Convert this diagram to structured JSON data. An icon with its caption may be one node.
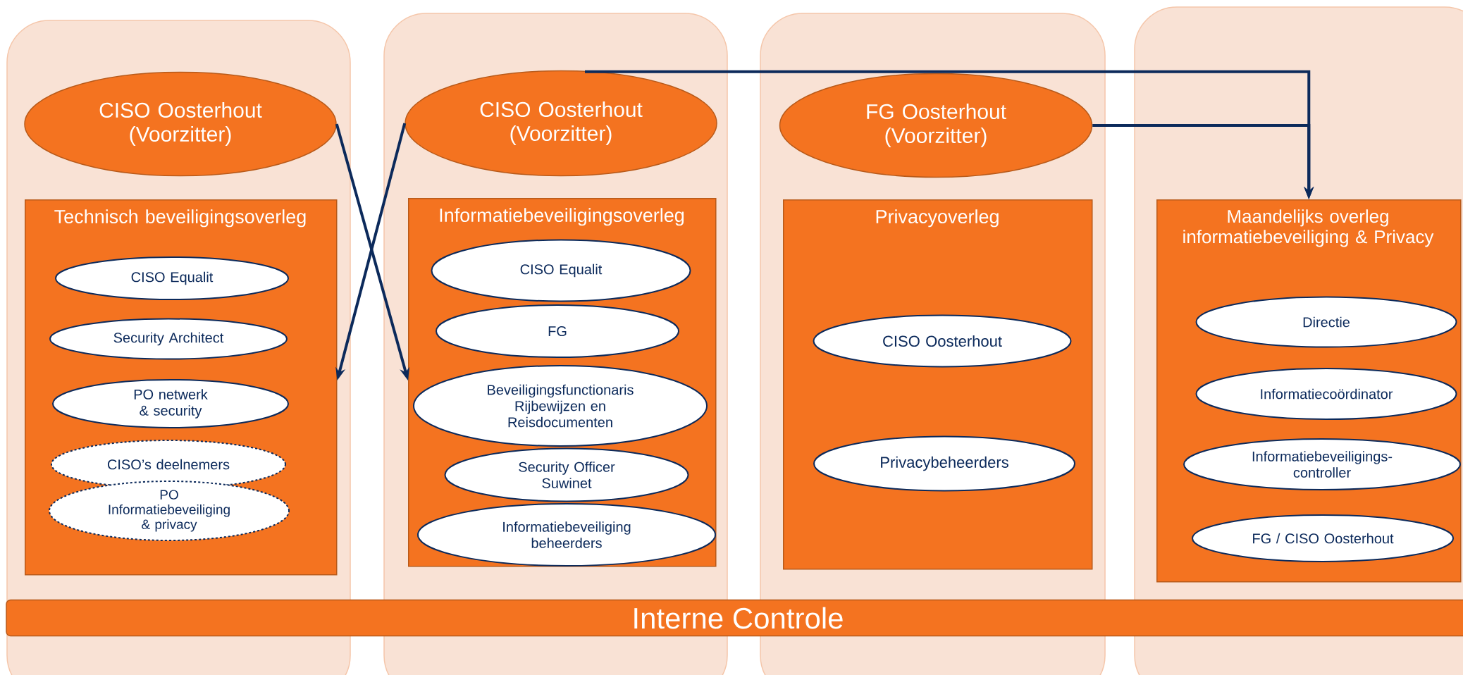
{
  "diagram": {
    "nodes": [
      {
        "text": [
          "CISO Oosterhout (Voorzitter)"
        ]
      },
      {
        "text": [
          "Technisch beveiligingsoverleg"
        ]
      },
      {
        "text": [
          "CISO Equalit"
        ],
        "in": 1
      },
      {
        "text": [
          "Security Architect"
        ],
        "in": 1
      },
      {
        "text": [
          "PO netwerk & security"
        ],
        "in": 1
      },
      {
        "text": [
          "CISO’s deelnemers"
        ],
        "in": 1
      },
      {
        "text": [
          "PO Informatiebeveiliging & privacy"
        ],
        "in": 1
      },
      {
        "text": [
          "CISO Oosterhout (Voorzitter)"
        ]
      },
      {
        "text": [
          "Informatiebeveiligingsoverleg"
        ]
      },
      {
        "text": [
          "CISO Equalit"
        ],
        "in": 8
      },
      {
        "text": [
          "FG"
        ],
        "in": 8
      },
      {
        "text": [
          "Beveiligingsfunctionaris Rijbewijzen en Reisdocumenten"
        ],
        "in": 8
      },
      {
        "text": [
          "Security Officer Suwinet"
        ],
        "in": 8
      },
      {
        "text": [
          "Informatiebeveiliging beheerders"
        ],
        "in": 8
      },
      {
        "text": [
          "FG Oosterhout (Voorzitter)"
        ]
      },
      {
        "text": [
          "Privacyoverleg"
        ]
      },
      {
        "text": [
          "CISO Oosterhout"
        ],
        "in": 15
      },
      {
        "text": [
          "Privacybeheerders"
        ],
        "in": 15
      },
      {
        "text": [
          "Maandelijks overleg informatiebeveiliging & Privacy"
        ]
      },
      {
        "text": [
          "Directie"
        ],
        "in": 18
      },
      {
        "text": [
          "Informatiecoördinator"
        ],
        "in": 18
      },
      {
        "text": [
          "Informatiebeveiligings- controller"
        ],
        "in": 18
      },
      {
        "text": [
          "FG / CISO Oosterhout"
        ],
        "in": 18
      },
      {
        "text": [
          "Interne Controle"
        ]
      }
    ],
    "edges": [
      {
        "from": 0,
        "to": 8,
        "arrow": "to"
      },
      {
        "from": 7,
        "to": 1,
        "arrow": "to"
      },
      {
        "from": 7,
        "to": 18,
        "arrow": "to"
      },
      {
        "from": 14,
        "to": 18,
        "arrow": "to"
      }
    ]
  }
}
